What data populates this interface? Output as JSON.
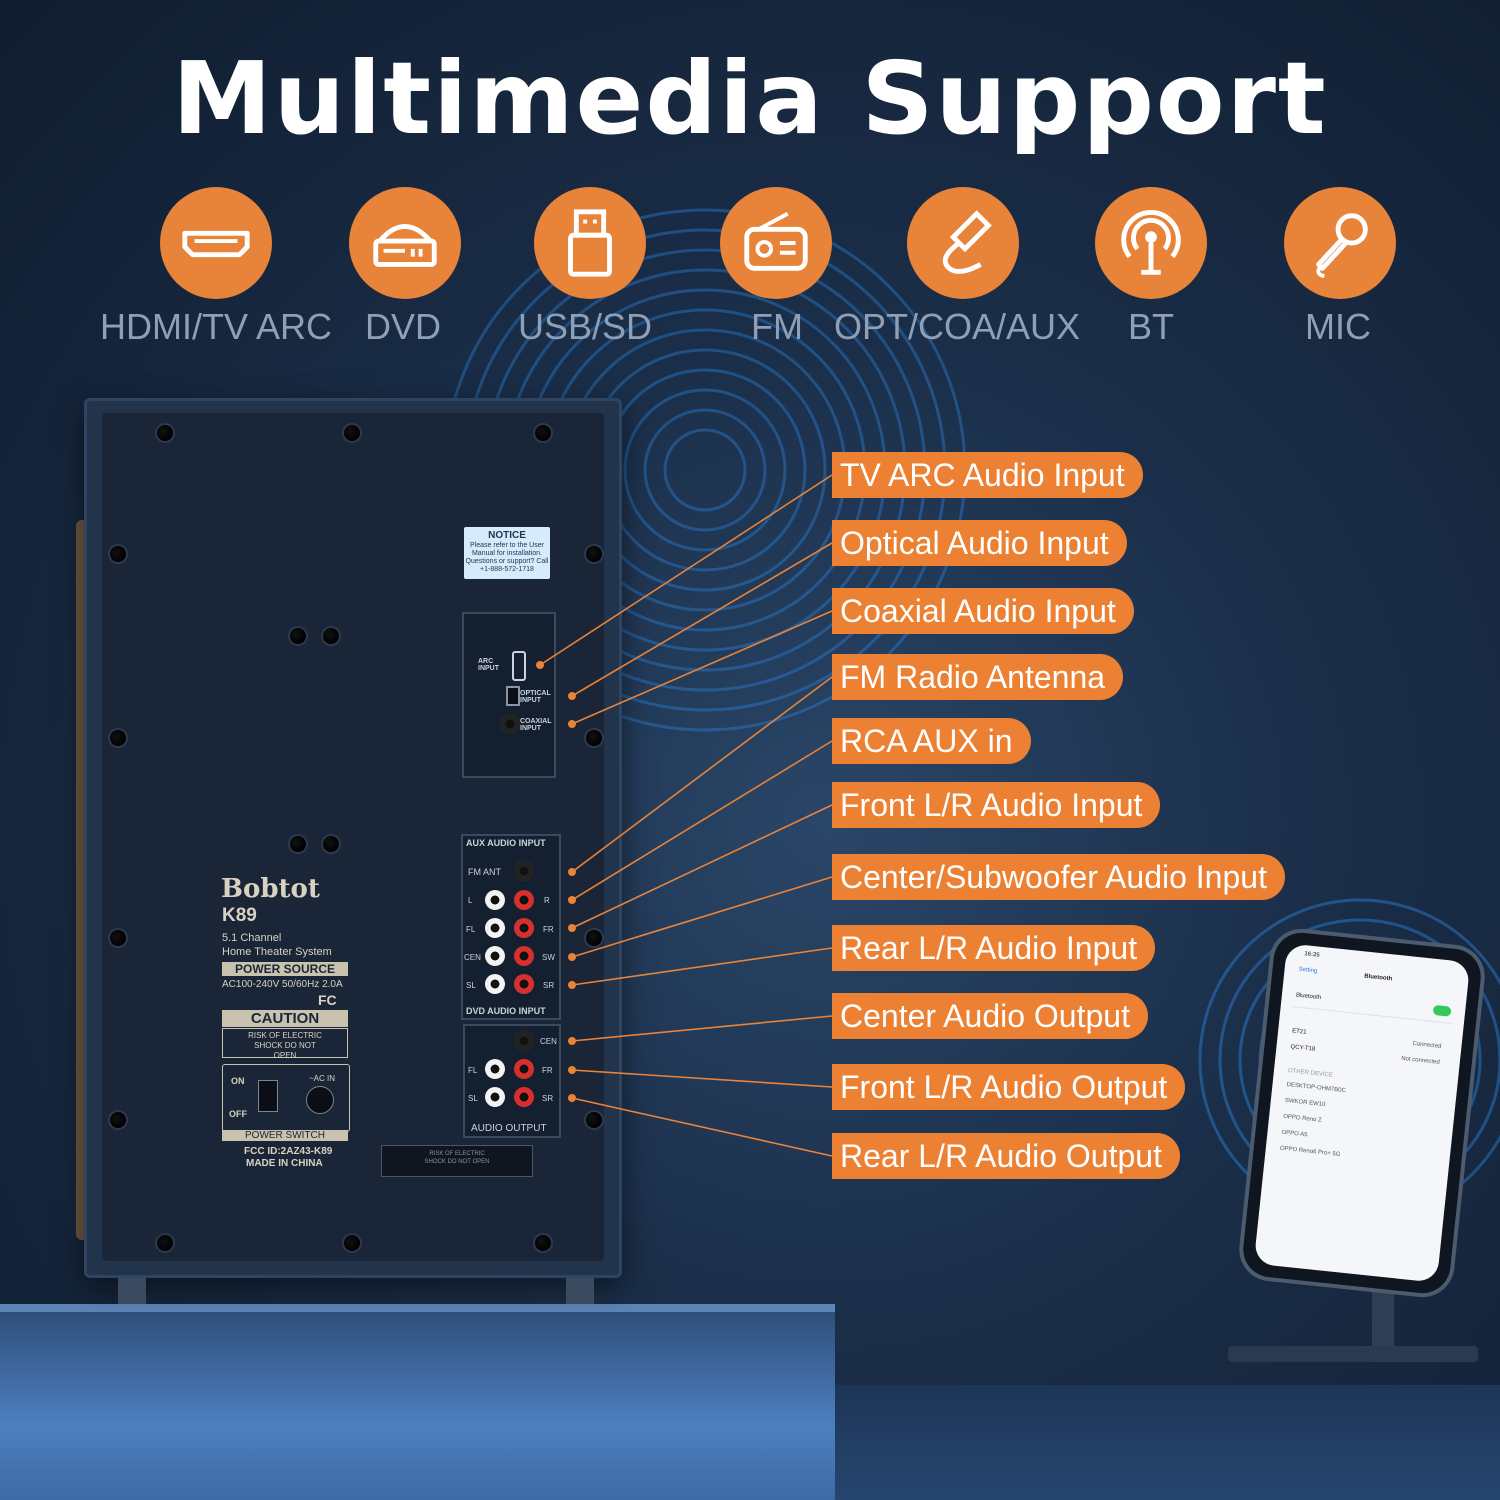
{
  "title": "Multimedia Support",
  "accent_color": "#e8833a",
  "icons": [
    {
      "label": "HDMI/TV ARC",
      "icon": "hdmi-icon"
    },
    {
      "label": "DVD",
      "icon": "dvd-player-icon"
    },
    {
      "label": "USB/SD",
      "icon": "usb-icon"
    },
    {
      "label": "FM",
      "icon": "radio-icon"
    },
    {
      "label": "OPT/COA/AUX",
      "icon": "cable-icon"
    },
    {
      "label": "BT",
      "icon": "broadcast-icon"
    },
    {
      "label": "MIC",
      "icon": "microphone-icon"
    }
  ],
  "callouts": [
    "TV ARC Audio Input",
    "Optical Audio Input",
    "Coaxial Audio Input",
    "FM Radio Antenna",
    "RCA AUX in",
    "Front L/R Audio Input",
    "Center/Subwoofer Audio Input",
    "Rear L/R Audio Input",
    "Center Audio Output",
    "Front L/R Audio Output",
    "Rear L/R Audio Output"
  ],
  "speaker": {
    "notice": {
      "title": "NOTICE",
      "body": "Please refer to the User Manual for installation. Questions or support? Call +1-888-572-1718"
    },
    "arc_input": "ARC INPUT",
    "optical_input": "OPTICAL INPUT",
    "coaxial_input": "COAXIAL INPUT",
    "aux_audio_input": "AUX AUDIO INPUT",
    "fm_ant": "FM ANT",
    "dvd_audio_input": "DVD AUDIO INPUT",
    "audio_output": "AUDIO OUTPUT",
    "jack_labels": {
      "l": "L",
      "r": "R",
      "fl": "FL",
      "fr": "FR",
      "cen": "CEN",
      "sw": "SW",
      "sl": "SL",
      "sr": "SR"
    },
    "brand": "Bobtot",
    "model": "K89",
    "desc_line1": "5.1 Channel",
    "desc_line2": "Home Theater System",
    "power_source": "POWER SOURCE",
    "power_rating": "AC100-240V 50/60Hz 2.0A",
    "fcc_mark": "FC",
    "caution": "CAUTION",
    "caution_text": "RISK OF ELECTRIC SHOCK DO NOT OPEN",
    "on": "ON",
    "off": "OFF",
    "ac_in": "~AC IN",
    "power_switch": "POWER SWITCH",
    "fcc_id": "FCC ID:2AZ43-K89",
    "made_in": "MADE IN CHINA",
    "bottom_warning": "RISK OF ELECTRIC SHOCK DO NOT OPEN"
  },
  "phone": {
    "time": "16:25",
    "back": "Setting",
    "title": "Bluetooth",
    "bluetooth": "Bluetooth",
    "devices": [
      {
        "name": "ET21",
        "status": "Connected"
      },
      {
        "name": "QCY-T18",
        "status": "Not connected"
      }
    ],
    "other_devices_header": "OTHER DEVICE",
    "other_devices": [
      "DESKTOP-OHM7B0C",
      "SWKOR EW10",
      "OPPO Reno Z",
      "OPPO A5",
      "OPPO Reno6 Pro+ 5G"
    ]
  }
}
